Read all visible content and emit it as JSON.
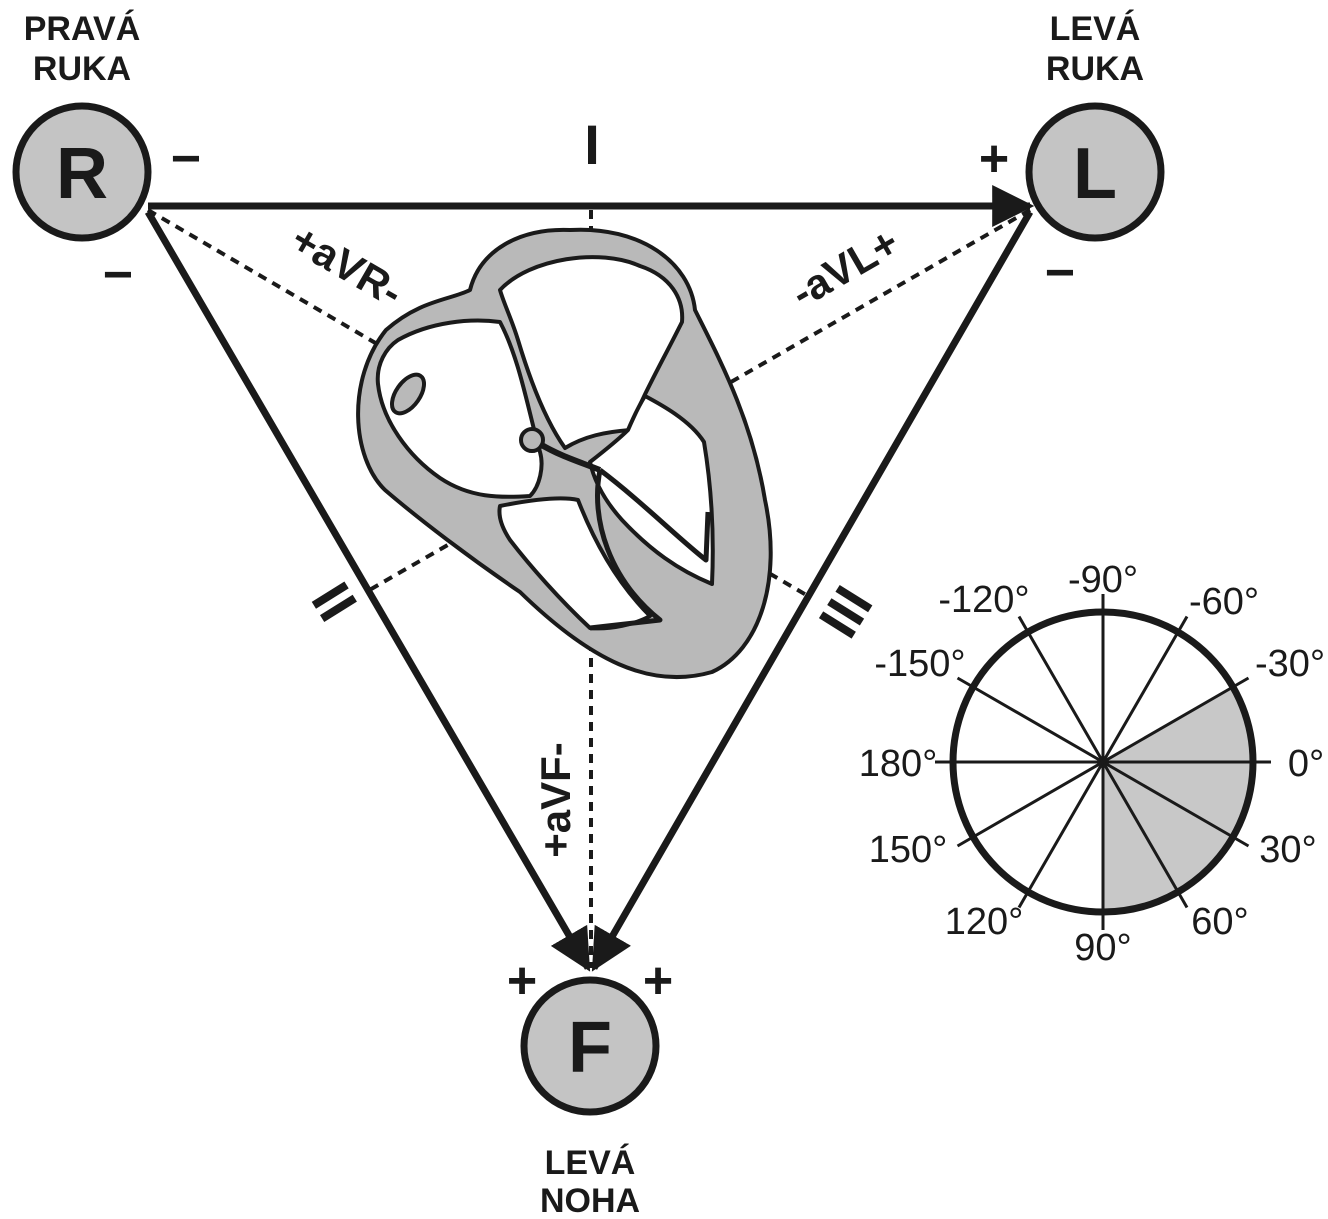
{
  "electrodes": {
    "right_arm": {
      "letter": "R",
      "label_line1": "PRAVÁ",
      "label_line2": "RUKA"
    },
    "left_arm": {
      "letter": "L",
      "label_line1": "LEVÁ",
      "label_line2": "RUKA"
    },
    "left_leg": {
      "letter": "F",
      "label_line1": "LEVÁ",
      "label_line2": "NOHA"
    }
  },
  "colors": {
    "electrode_fill": "#c4c4c4",
    "heart_fill": "#b9b9b9",
    "stroke": "#1a1a1a",
    "sector_fill": "#c8c8c8"
  },
  "signs": {
    "r_top": "−",
    "r_bottom": "−",
    "l_top": "+",
    "l_bottom": "−",
    "f_left": "+",
    "f_right": "+"
  },
  "leads": {
    "lead_i": "I",
    "lead_ii": "II",
    "lead_iii": "III",
    "avr": "+aVR-",
    "avl": "-aVL+",
    "avf": "+aVF-"
  },
  "axis_wheel": {
    "labels": {
      "m90": "-90°",
      "m120": "-120°",
      "m60": "-60°",
      "m150": "-150°",
      "m30": "-30°",
      "d180": "180°",
      "d0": "0°",
      "d150": "150°",
      "d30": "30°",
      "d120": "120°",
      "d60": "60°",
      "d90": "90°"
    },
    "shaded_range_deg": [
      -30,
      90
    ]
  }
}
